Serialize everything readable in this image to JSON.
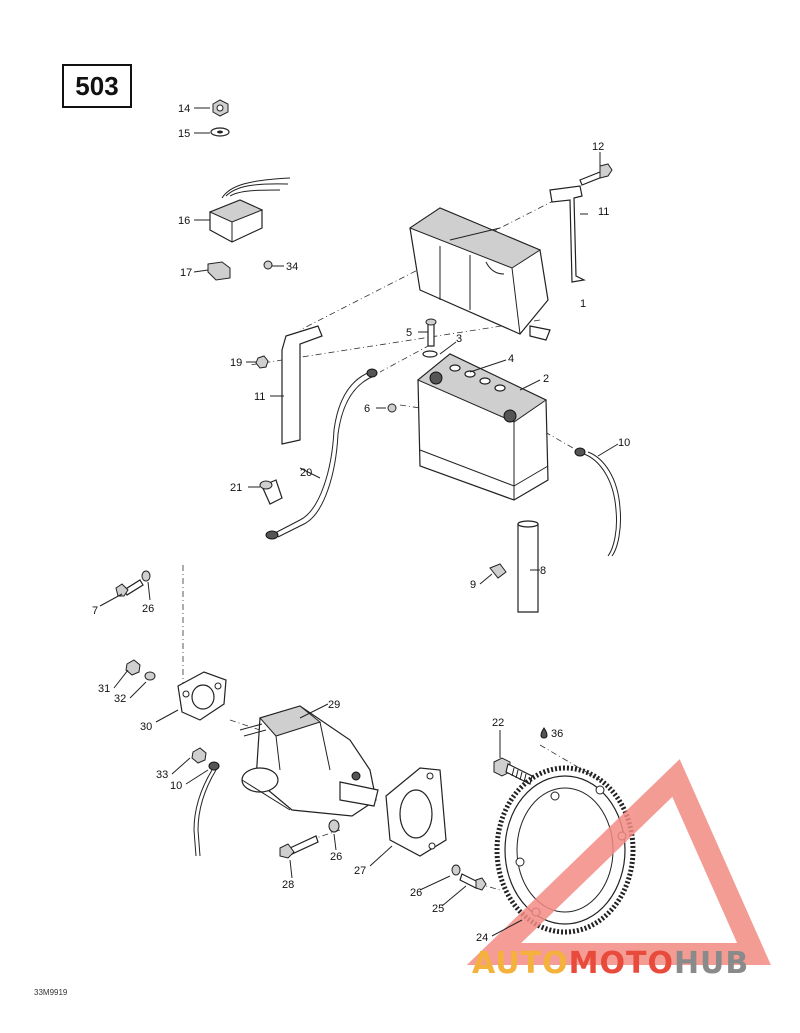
{
  "page_number": "503",
  "reference_code": "33M9919",
  "brand": {
    "part1": "AUTO",
    "part2": "MOTO",
    "part3": "HUB"
  },
  "colors": {
    "logo_red": "#f28b82",
    "logo_gold": "#f4b13c",
    "logo_grey": "#8a8a8a"
  },
  "callouts": [
    {
      "id": "c14a",
      "text": "14"
    },
    {
      "id": "c15",
      "text": "15"
    },
    {
      "id": "c16",
      "text": "16"
    },
    {
      "id": "c17",
      "text": "17"
    },
    {
      "id": "c34",
      "text": "34"
    },
    {
      "id": "c12",
      "text": "12"
    },
    {
      "id": "c11a",
      "text": "11"
    },
    {
      "id": "c1",
      "text": "1"
    },
    {
      "id": "c5",
      "text": "5"
    },
    {
      "id": "c3",
      "text": "3"
    },
    {
      "id": "c4",
      "text": "4"
    },
    {
      "id": "c2",
      "text": "2"
    },
    {
      "id": "c19",
      "text": "19"
    },
    {
      "id": "c11b",
      "text": "11"
    },
    {
      "id": "c6",
      "text": "6"
    },
    {
      "id": "c10a",
      "text": "10"
    },
    {
      "id": "c20",
      "text": "20"
    },
    {
      "id": "c21",
      "text": "21"
    },
    {
      "id": "c8",
      "text": "8"
    },
    {
      "id": "c9",
      "text": "9"
    },
    {
      "id": "c7",
      "text": "7"
    },
    {
      "id": "c26a",
      "text": "26"
    },
    {
      "id": "c31",
      "text": "31"
    },
    {
      "id": "c32",
      "text": "32"
    },
    {
      "id": "c30",
      "text": "30"
    },
    {
      "id": "c29",
      "text": "29"
    },
    {
      "id": "c22",
      "text": "22"
    },
    {
      "id": "c36",
      "text": "36"
    },
    {
      "id": "c33",
      "text": "33"
    },
    {
      "id": "c10b",
      "text": "10"
    },
    {
      "id": "c26b",
      "text": "26"
    },
    {
      "id": "c27",
      "text": "27"
    },
    {
      "id": "c28",
      "text": "28"
    },
    {
      "id": "c26c",
      "text": "26"
    },
    {
      "id": "c25",
      "text": "25"
    },
    {
      "id": "c24",
      "text": "24"
    }
  ]
}
